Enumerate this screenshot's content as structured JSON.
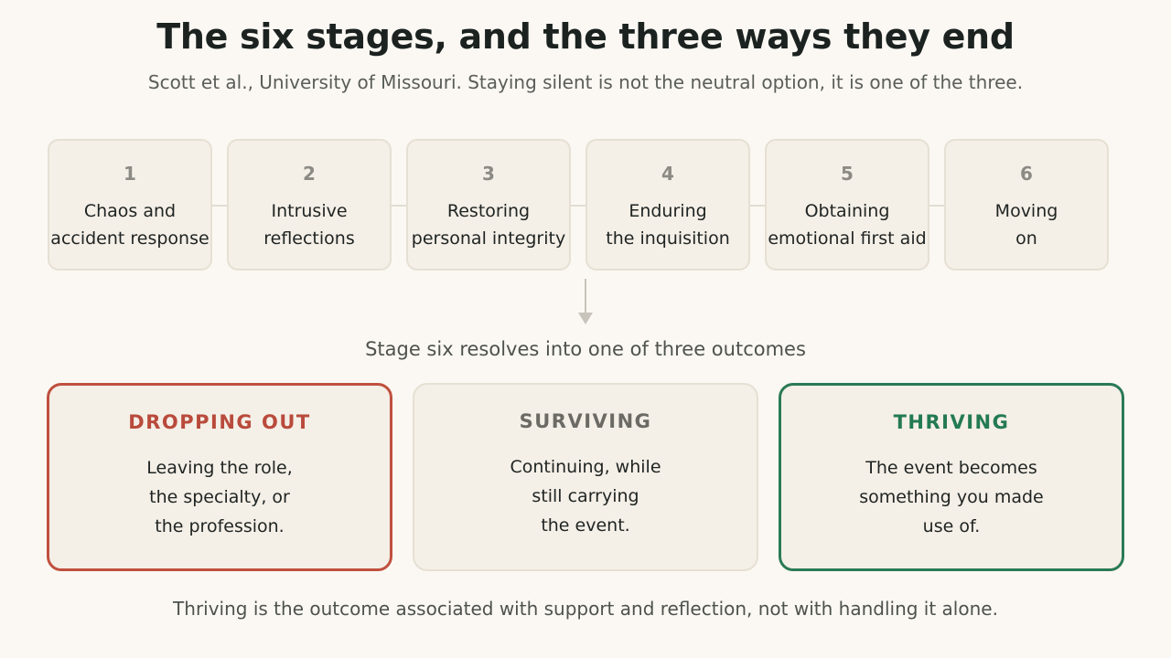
{
  "title": "The six stages, and the three ways they end",
  "subtitle": "Scott et al., University of Missouri. Staying silent is not the neutral option, it is one of the three.",
  "stages": [
    {
      "number": "1",
      "label": "Chaos and\naccident response"
    },
    {
      "number": "2",
      "label": "Intrusive\nreflections"
    },
    {
      "number": "3",
      "label": "Restoring\npersonal integrity"
    },
    {
      "number": "4",
      "label": "Enduring\nthe inquisition"
    },
    {
      "number": "5",
      "label": "Obtaining\nemotional first aid"
    },
    {
      "number": "6",
      "label": "Moving\non"
    }
  ],
  "outcomes_caption": "Stage six resolves into one of three outcomes",
  "outcomes": [
    {
      "title": "DROPPING OUT",
      "text": "Leaving the role,\nthe specialty, or\nthe profession.",
      "color": "#b94a3c",
      "border": "#c0503f"
    },
    {
      "title": "SURVIVING",
      "text": "Continuing, while\nstill carrying\nthe event.",
      "color": "#6b6a64",
      "border": "#e6e0d4"
    },
    {
      "title": "THRIVING",
      "text": "The event becomes\nsomething you made\nuse of.",
      "color": "#237a52",
      "border": "#2a7a55"
    }
  ],
  "footer": "Thriving is the outcome associated with support and reflection, not with handling it alone.",
  "colors": {
    "background": "#fbf8f3",
    "card": "#f4efe7",
    "card_border": "#e6e0d4",
    "dropping_out": "#c0503f",
    "thriving": "#2a7a55"
  }
}
